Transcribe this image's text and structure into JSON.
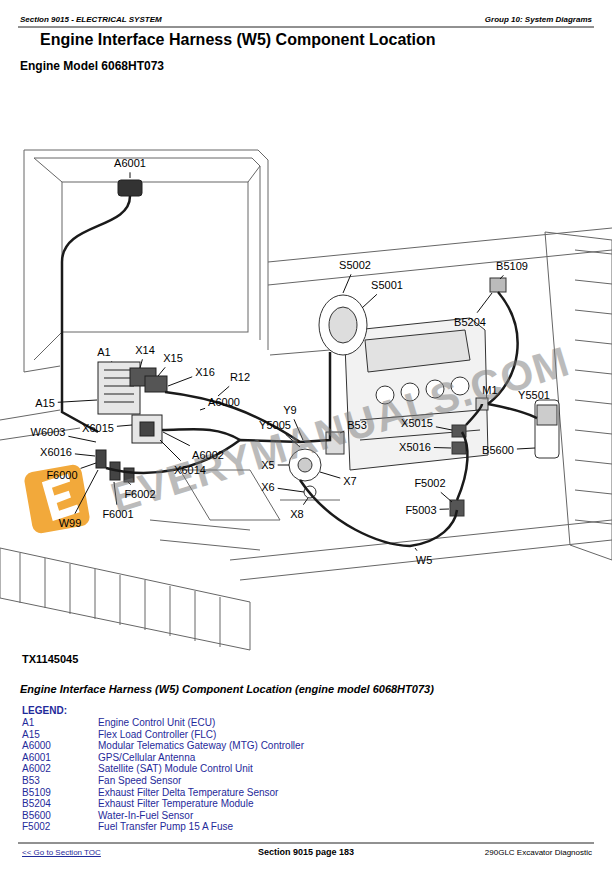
{
  "diagram": {
    "title": "Engine Interface Harness (W5) Component Location",
    "caption": "Engine Interface Harness (W5) Component Location (engine model 6068HT073)",
    "labels": [
      "Section 9015 - ELECTRICAL SYSTEM",
      "Group 10: System Diagrams",
      "Engine Model 6068HT073",
      "A6001",
      "S5002",
      "S5001",
      "B5109",
      "B5204",
      "A1",
      "X14",
      "X15",
      "X16",
      "R12",
      "A15",
      "A6000",
      "Y9",
      "M1",
      "Y5501",
      "Y5005",
      "B53",
      "X5015",
      "W6003",
      "X6015",
      "X6016",
      "X5016",
      "B5600",
      "A6002",
      "X6014",
      "F6000",
      "X5",
      "X7",
      "F5002",
      "F6002",
      "X6",
      "X8",
      "F5003",
      "F6001",
      "W99",
      "W5",
      "TX1145045",
      "LEGEND:",
      "A1",
      "Engine Control Unit (ECU)",
      "A15",
      "Flex Load Controller (FLC)",
      "A6000",
      "Modular Telematics Gateway (MTG) Controller",
      "A6001",
      "GPS/Cellular Antenna",
      "A6002",
      "Satellite (SAT) Module Control Unit",
      "B53",
      "Fan Speed Sensor",
      "B5109",
      "Exhaust Filter Delta Temperature Sensor",
      "B5204",
      "Exhaust Filter Temperature Module",
      "B5600",
      "Water-In-Fuel Sensor",
      "F5002",
      "Fuel Transfer Pump 15 A Fuse",
      "<< Go to Section TOC",
      "Section 9015 page 183",
      "290GLC Excavator Diagnostic",
      "EVERYMANUALS.COM"
    ]
  }
}
